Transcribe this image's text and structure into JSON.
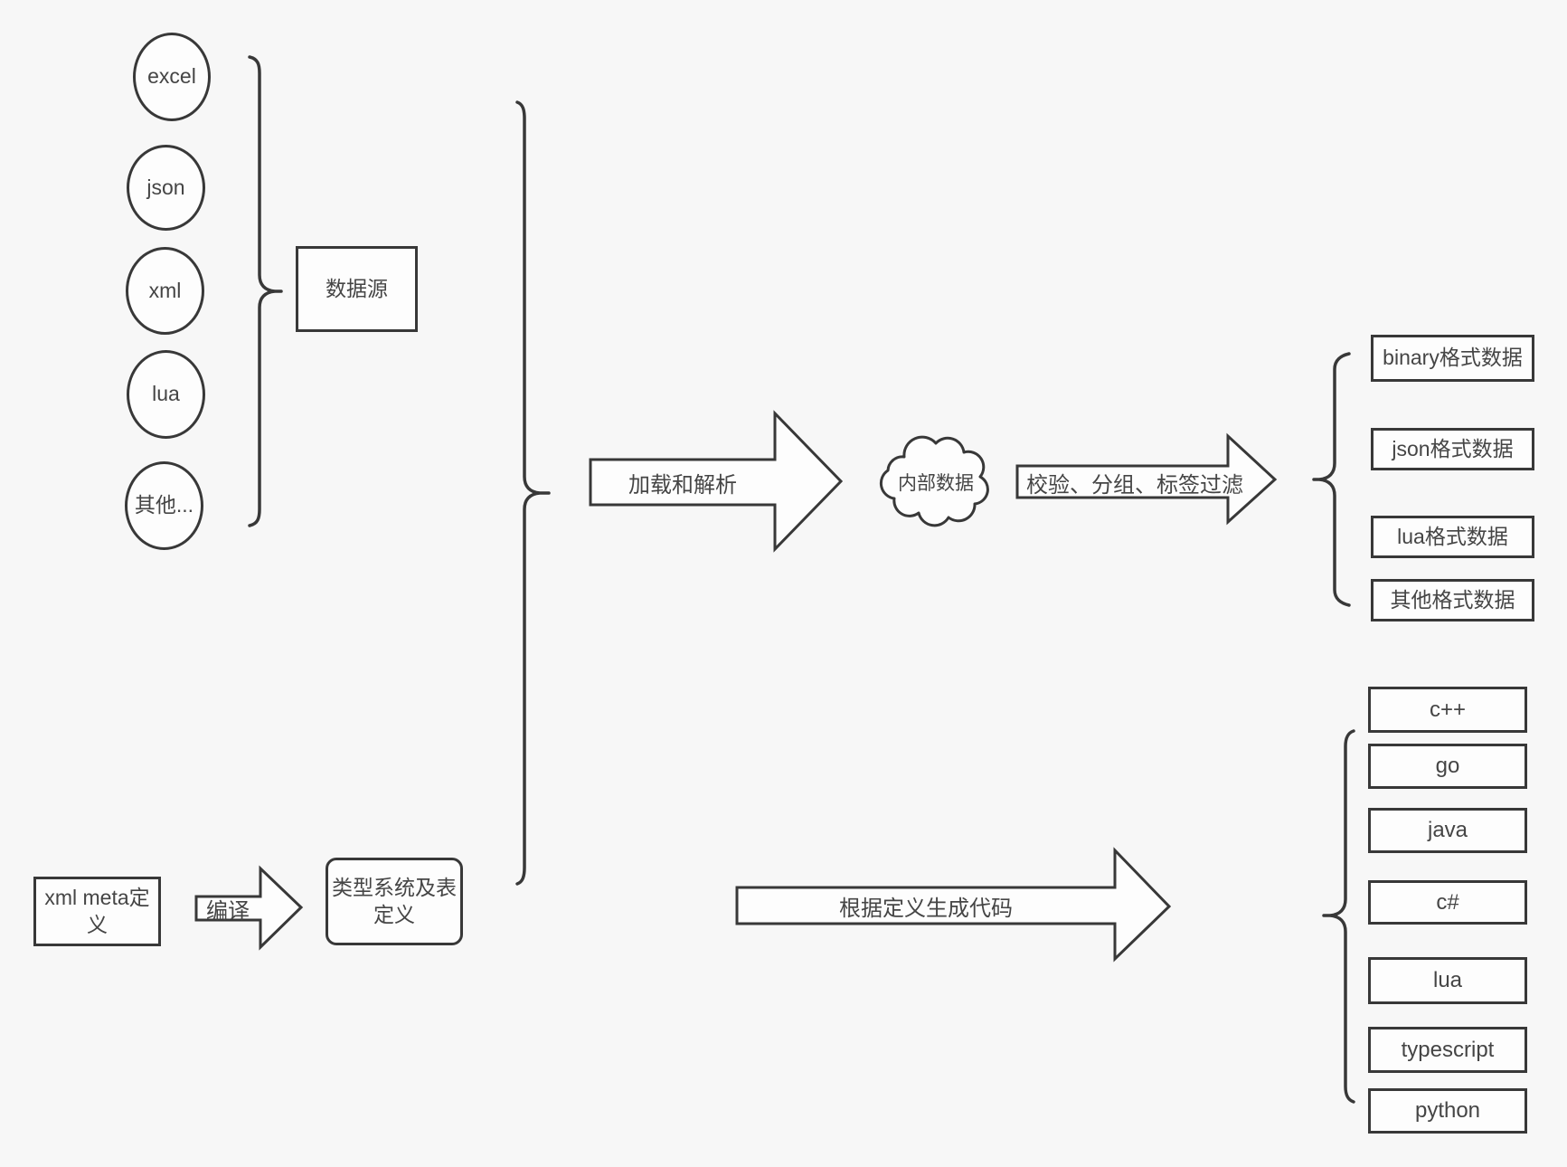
{
  "colors": {
    "stroke": "#383838",
    "background": "#f7f7f7",
    "node_fill": "#fdfdfd",
    "text": "#454545"
  },
  "sources": {
    "nodes": [
      "excel",
      "json",
      "xml",
      "lua",
      "其他..."
    ],
    "group_box": "数据源"
  },
  "pipeline": {
    "load_arrow_label": "加载和解析",
    "internal_data_label": "内部数据",
    "filter_arrow_label": "校验、分组、标签过滤",
    "output_boxes": [
      "binary格式数据",
      "json格式数据",
      "lua格式数据",
      "其他格式数据"
    ]
  },
  "codegen": {
    "xml_meta_box": "xml meta定义",
    "compile_arrow_label": "编译",
    "type_system_box": "类型系统及表定义",
    "generate_arrow_label": "根据定义生成代码",
    "language_boxes": [
      "c++",
      "go",
      "java",
      "c#",
      "lua",
      "typescript",
      "python"
    ]
  }
}
